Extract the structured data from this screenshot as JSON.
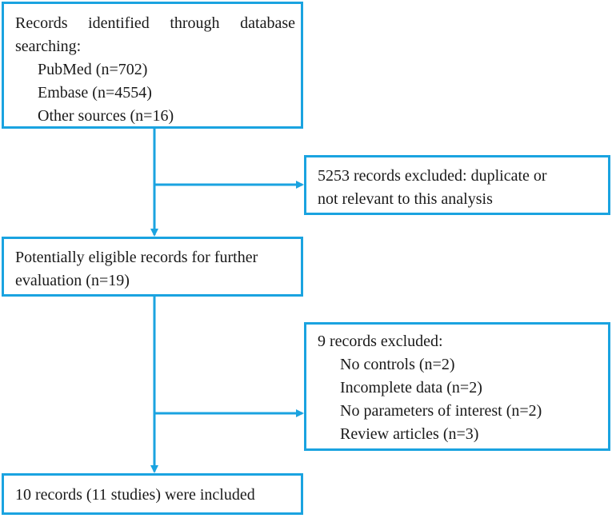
{
  "boxes": {
    "identified": {
      "line1": "Records identified through database",
      "line2": "searching:",
      "sources": [
        "PubMed (n=702)",
        "Embase (n=4554)",
        "Other sources (n=16)"
      ]
    },
    "excluded_first": {
      "line1": "5253 records excluded: duplicate or",
      "line2": "not relevant to this analysis"
    },
    "eligible": {
      "line1": "Potentially eligible records for further",
      "line2": "evaluation (n=19)"
    },
    "excluded_second": {
      "heading": "9 records excluded:",
      "reasons": [
        "No controls (n=2)",
        "Incomplete data (n=2)",
        "No parameters of interest (n=2)",
        "Review articles (n=3)"
      ]
    },
    "included": {
      "line1": "10 records (11 studies) were included"
    }
  },
  "colors": {
    "accent": "#1aa3e0",
    "text": "#1a1a1a"
  }
}
